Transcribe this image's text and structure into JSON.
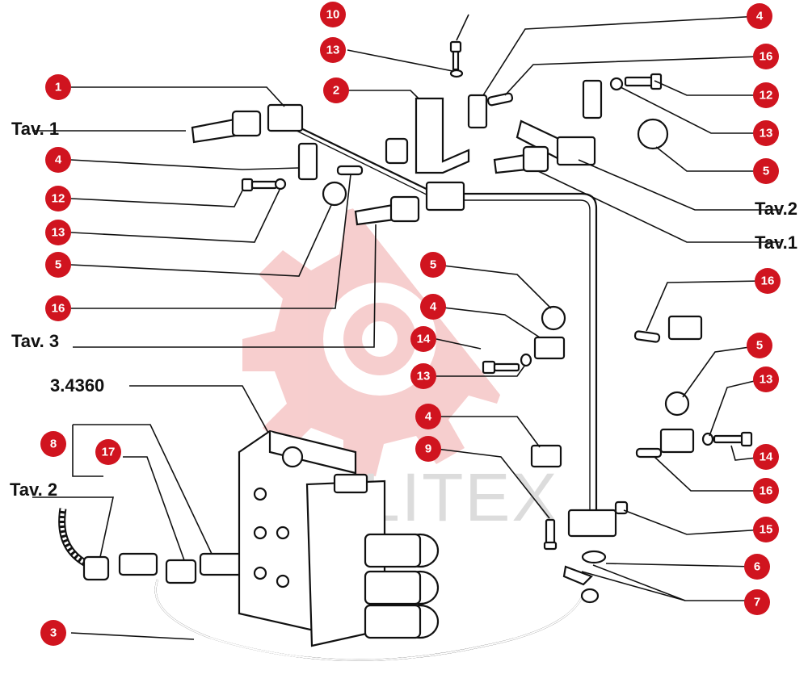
{
  "watermark": {
    "text": "ELITEX",
    "color": "#f6c9c9"
  },
  "colors": {
    "callout": "#d0141f",
    "line": "#111111"
  },
  "refs": [
    {
      "id": "tav1-left",
      "text": "Tav. 1"
    },
    {
      "id": "tav2-right",
      "text": "Tav.2"
    },
    {
      "id": "tav1-right",
      "text": "Tav.1"
    },
    {
      "id": "tav3",
      "text": "Tav. 3"
    },
    {
      "id": "code",
      "text": "3.4360"
    },
    {
      "id": "tav2-left",
      "text": "Tav. 2"
    }
  ],
  "callouts": [
    "10",
    "13",
    "4",
    "16",
    "1",
    "2",
    "12",
    "13",
    "5",
    "4",
    "12",
    "13",
    "5",
    "16",
    "5",
    "4",
    "14",
    "13",
    "16",
    "5",
    "13",
    "4",
    "8",
    "17",
    "9",
    "14",
    "16",
    "15",
    "6",
    "7",
    "3"
  ]
}
